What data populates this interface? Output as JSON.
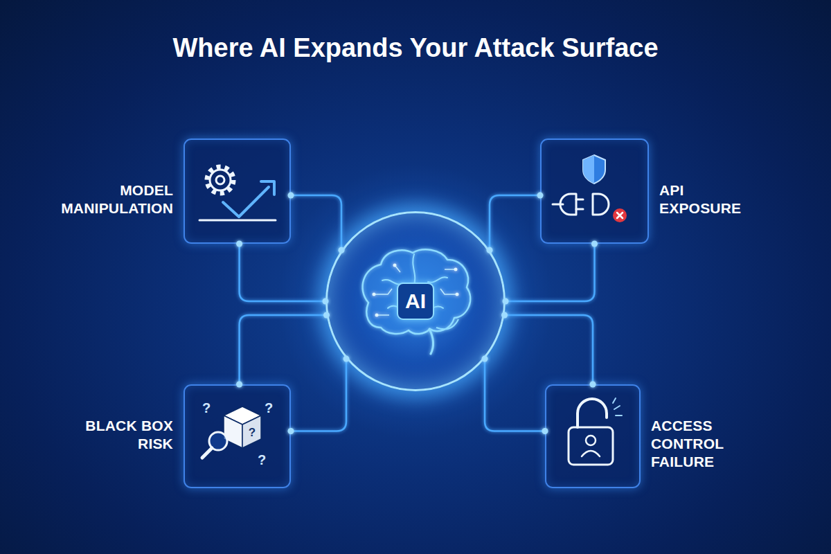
{
  "diagram": {
    "title": "Where AI Expands Your Attack Surface",
    "nodes": [
      {
        "text": [
          "MODEL MANIPULATION"
        ]
      },
      {
        "text": [
          "API EXPOSURE"
        ]
      },
      {
        "text": [
          "AI"
        ]
      },
      {
        "text": [
          "BLACK BOX RISK"
        ]
      },
      {
        "text": [
          "ACCESS CONTROL FAILURE"
        ]
      }
    ],
    "edges": [
      {
        "from": 0,
        "to": 2,
        "arrow": "none"
      },
      {
        "from": 0,
        "to": 2,
        "arrow": "none"
      },
      {
        "from": 1,
        "to": 2,
        "arrow": "none"
      },
      {
        "from": 1,
        "to": 2,
        "arrow": "none"
      },
      {
        "from": 3,
        "to": 2,
        "arrow": "none"
      },
      {
        "from": 3,
        "to": 2,
        "arrow": "none"
      },
      {
        "from": 4,
        "to": 2,
        "arrow": "none"
      },
      {
        "from": 4,
        "to": 2,
        "arrow": "none"
      }
    ],
    "labels": [
      "?",
      "?",
      "?",
      "?"
    ]
  }
}
